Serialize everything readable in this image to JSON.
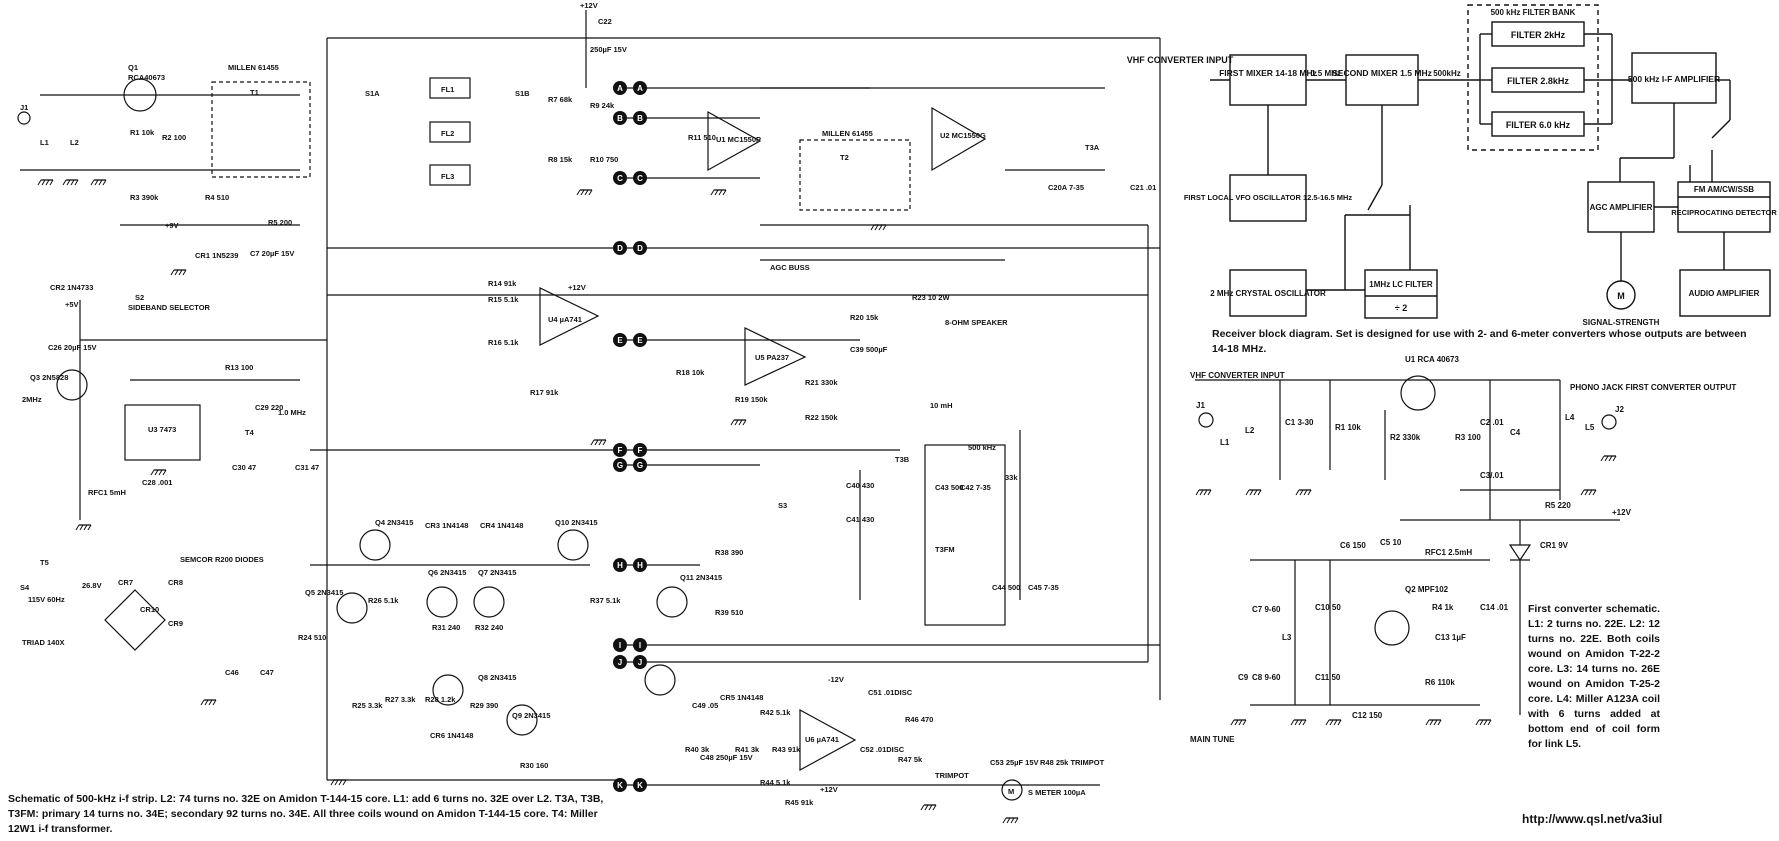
{
  "block_diagram": {
    "input": "VHF CONVERTER INPUT",
    "first_mixer": "FIRST MIXER 14-18 MHz",
    "second_mixer": "SECOND MIXER 1.5 MHz",
    "freq_15": "1.5 MHz",
    "freq_500": "500kHz",
    "filter_bank_title": "500 kHz FILTER BANK",
    "filter_2": "FILTER 2kHz",
    "filter_28": "FILTER 2.8kHz",
    "filter_60": "FILTER 6.0 kHz",
    "if_amp": "500 kHz I-F AMPLIFIER",
    "vfo": "FIRST LOCAL VFO OSCILLATOR 12.5-16.5 MHz",
    "crystal": "2 MHz CRYSTAL OSCILLATOR",
    "lc_filter": "1MHz LC FILTER",
    "divider": "÷ 2",
    "agc_amp": "AGC AMPLIFIER",
    "detector_mode": "FM   AM/CW/SSB",
    "detector": "RECIPROCATING DETECTOR",
    "audio_amp": "AUDIO AMPLIFIER",
    "meter": "M",
    "signal_strength": "SIGNAL-STRENGTH"
  },
  "captions": {
    "block": "Receiver block diagram. Set is designed for use with 2- and 6-meter converters whose outputs are between 14-18 MHz.",
    "if_strip": "Schematic of 500-kHz i-f strip. L2: 74 turns no. 32E on Amidon T-144-15 core. L1: add 6 turns no. 32E over L2. T3A, T3B, T3FM: primary 14 turns no. 34E; secondary 92 turns no. 34E. All three coils wound on Amidon T-144-15 core. T4: Miller 12W1 i-f transformer.",
    "converter": "First converter schematic. L1: 2 turns no. 22E. L2: 12 turns no. 22E. Both coils wound on Amidon T-22-2 core. L3: 14 turns no. 26E wound on Amidon T-25-2 core. L4: Miller A123A coil with 6 turns added at bottom end of coil form for link L5.",
    "url": "http://www.qsl.net/va3iul"
  },
  "if_strip": {
    "labels": {
      "v12_top": "+12V",
      "c22": "C22",
      "c22v": "250µF 15V",
      "millen1": "MILLEN 61455",
      "millen2": "MILLEN 61455",
      "fl1": "FL1",
      "fl2": "FL2",
      "fl3": "FL3",
      "s1a": "S1A",
      "s1b": "S1B",
      "t1": "T1",
      "j1": "J1",
      "l1": "L1",
      "l2": "L2",
      "q1": "Q1",
      "q1t": "RCA40673",
      "r1": "R1 10k",
      "r2": "R2 100",
      "r3": "R3 390k",
      "r4": "R4 510",
      "r5": "R5 200",
      "v9": "+9V",
      "cr1": "CR1 1N5239",
      "c7": "C7 20µF 15V",
      "r7": "R7 68k",
      "r8": "R8 15k",
      "r9": "R9 24k",
      "r10": "R10 750",
      "r11": "R11 510",
      "u1": "U1 MC1550P",
      "u2": "U2 MC1550G",
      "t2": "T2",
      "t3a": "T3A",
      "c20a": "C20A 7-35",
      "c21": "C21 .01",
      "agc": "AGC BUSS",
      "cr2": "CR2 1N4733",
      "v5": "+5V",
      "s2": "S2",
      "sideband": "SIDEBAND SELECTOR",
      "q3": "Q3 2N5828",
      "c26": "C26 20µF 15V",
      "r13": "R13 100",
      "u3": "U3 7473",
      "t4": "T4",
      "mhz10": "1.0 MHz",
      "mhz2": "2MHz",
      "rfc1": "RFC1 5mH",
      "c28": "C28 .001",
      "c29": "C29 220",
      "c30": "C30 47",
      "c31": "C31 47",
      "u4": "U4 µA741",
      "r14": "R14 91k",
      "r15": "R15 5.1k",
      "r16": "R16 5.1k",
      "r17": "R17 91k",
      "u5": "U5 PA237",
      "r18": "R18 10k",
      "r19": "R19 150k",
      "r20": "R20 15k",
      "r21": "R21 330k",
      "r22": "R22 150k",
      "r23": "R23 10 2W",
      "c39": "C39 500µF",
      "speaker": "8-OHM SPEAKER",
      "v12b": "+12V",
      "mh10": "10 mH",
      "khz500": "500 kHz",
      "t3b": "T3B",
      "t3fm": "T3FM",
      "s3": "S3",
      "c40": "C40 430",
      "c41": "C41 430",
      "c42": "C42 7-35",
      "c43": "C43 500",
      "c44": "C44 500",
      "c45": "C45 7-35",
      "r33k": "33k",
      "q4": "Q4 2N3415",
      "q5": "Q5 2N3415",
      "q6": "Q6 2N3415",
      "q7": "Q7 2N3415",
      "q8": "Q8 2N3415",
      "q9": "Q9 2N3415",
      "q10": "Q10 2N3415",
      "q11": "Q11 2N3415",
      "cr3": "CR3 1N4148",
      "cr4": "CR4 1N4148",
      "cr5": "CR5 1N4148",
      "cr6": "CR6 1N4148",
      "r24": "R24 510",
      "r25": "R25 3.3k",
      "r26": "R26 5.1k",
      "r27": "R27 3.3k",
      "r28": "R28 1.2k",
      "r29": "R29 390",
      "r30": "R30 160",
      "r31": "R31 240",
      "r32": "R32 240",
      "r37": "R37 5.1k",
      "r38": "R38 390",
      "r39": "R39 510",
      "t5": "T5",
      "s4": "S4",
      "v115": "115V 60Hz",
      "triad": "TRIAD 140X",
      "v268": "26.8V",
      "semcor": "SEMCOR R200 DIODES",
      "cr7": "CR7",
      "cr8": "CR8",
      "cr9": "CR9",
      "cr10": "CR10",
      "c46": "C46",
      "c47": "C47",
      "u6": "U6 µA741",
      "v12c": "-12V",
      "v12d": "+12V",
      "c49": "C49 .05",
      "c48": "C48 250µF 15V",
      "r40": "R40 3k",
      "r41": "R41 3k",
      "r42": "R42 5.1k",
      "r43": "R43 91k",
      "r44": "R44 5.1k",
      "r45": "R45 91k",
      "c51": "C51 .01DISC",
      "c52": "C52 .01DISC",
      "r46": "R46 470",
      "r47": "R47 5k",
      "trimpot1": "TRIMPOT",
      "c53": "C53 25µF 15V",
      "r48": "R48 25k TRIMPOT",
      "smeter": "S METER 100µA",
      "m": "M"
    },
    "connector_letters": [
      "A",
      "B",
      "C",
      "D",
      "E",
      "F",
      "G",
      "H",
      "I",
      "J",
      "K"
    ]
  },
  "converter": {
    "labels": {
      "input": "VHF CONVERTER INPUT",
      "j1": "J1",
      "l1": "L1",
      "l2": "L2",
      "c1": "C1 3-30",
      "r1": "R1 10k",
      "u1": "U1 RCA 40673",
      "r2": "R2 330k",
      "r3": "R3 100",
      "c2": "C2 .01",
      "c3": "C3/.01",
      "c4": "C4",
      "l4": "L4",
      "l5": "L5",
      "j2": "J2",
      "phono": "PHONO JACK FIRST CONVERTER OUTPUT",
      "r5": "R5 220",
      "v12": "+12V",
      "cr1": "CR1 9V",
      "c6": "C6 150",
      "c5": "C5 10",
      "rfc1": "RFC1 2.5mH",
      "q2": "Q2 MPF102",
      "r4": "R4 1k",
      "c13": "C13 1µF",
      "c14": "C14 .01",
      "r6": "R6 110k",
      "c7": "C7 9-60",
      "c8": "C8 9-60",
      "c9": "C9",
      "l3": "L3",
      "c10": "C10 50",
      "c11": "C11 50",
      "c12": "C12 150",
      "main_tune": "MAIN TUNE"
    }
  }
}
